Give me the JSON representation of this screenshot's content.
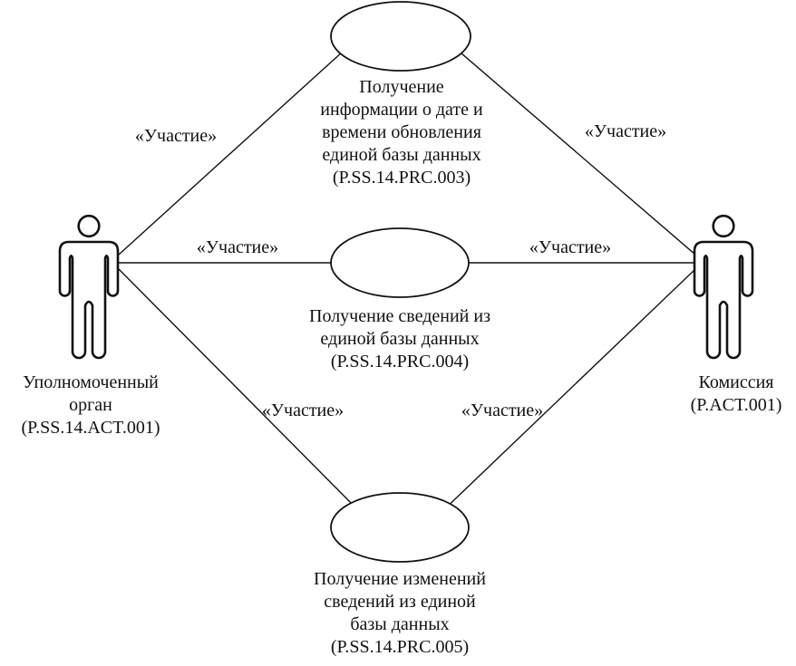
{
  "diagram": {
    "type": "uml-use-case-diagram",
    "edge_stereotype": "«Участие»",
    "actors": [
      {
        "id": "authorized-body",
        "side": "left",
        "label_lines": [
          "Уполномоченный",
          "орган",
          "(P.SS.14.ACT.001)"
        ]
      },
      {
        "id": "commission",
        "side": "right",
        "label_lines": [
          "Комиссия",
          "(P.ACT.001)"
        ]
      }
    ],
    "use_cases": [
      {
        "id": "P.SS.14.PRC.003",
        "position": "top",
        "label_lines": [
          "Получение",
          "информации о дате и",
          "времени обновления",
          "единой базы данных",
          "(P.SS.14.PRC.003)"
        ]
      },
      {
        "id": "P.SS.14.PRC.004",
        "position": "middle",
        "label_lines": [
          "Получение сведений из",
          "единой базы данных",
          "(P.SS.14.PRC.004)"
        ]
      },
      {
        "id": "P.SS.14.PRC.005",
        "position": "bottom",
        "label_lines": [
          "Получение изменений",
          "сведений из единой",
          "базы данных",
          "(P.SS.14.PRC.005)"
        ]
      }
    ],
    "edges": [
      {
        "from": "authorized-body",
        "to": "P.SS.14.PRC.003",
        "label": "«Участие»"
      },
      {
        "from": "commission",
        "to": "P.SS.14.PRC.003",
        "label": "«Участие»"
      },
      {
        "from": "authorized-body",
        "to": "P.SS.14.PRC.004",
        "label": "«Участие»"
      },
      {
        "from": "commission",
        "to": "P.SS.14.PRC.004",
        "label": "«Участие»"
      },
      {
        "from": "authorized-body",
        "to": "P.SS.14.PRC.005",
        "label": "«Участие»"
      },
      {
        "from": "commission",
        "to": "P.SS.14.PRC.005",
        "label": "«Участие»"
      }
    ]
  },
  "colors": {
    "stroke": "#111111",
    "background": "#ffffff",
    "ellipse_fill": "#ffffff"
  }
}
